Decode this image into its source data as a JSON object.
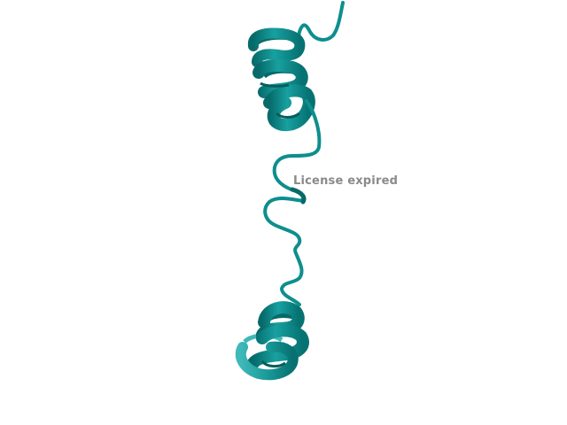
{
  "viewer": {
    "background_color": "#ffffff",
    "watermark_text": "License expired",
    "watermark_color": "#8a8a8a"
  },
  "molecule": {
    "representation": "cartoon",
    "color": "#0e8e8e",
    "color_dark": "#066a6a",
    "color_light": "#3fb8b8",
    "secondary_structure": [
      "coil",
      "helix",
      "coil",
      "helix",
      "coil"
    ]
  }
}
